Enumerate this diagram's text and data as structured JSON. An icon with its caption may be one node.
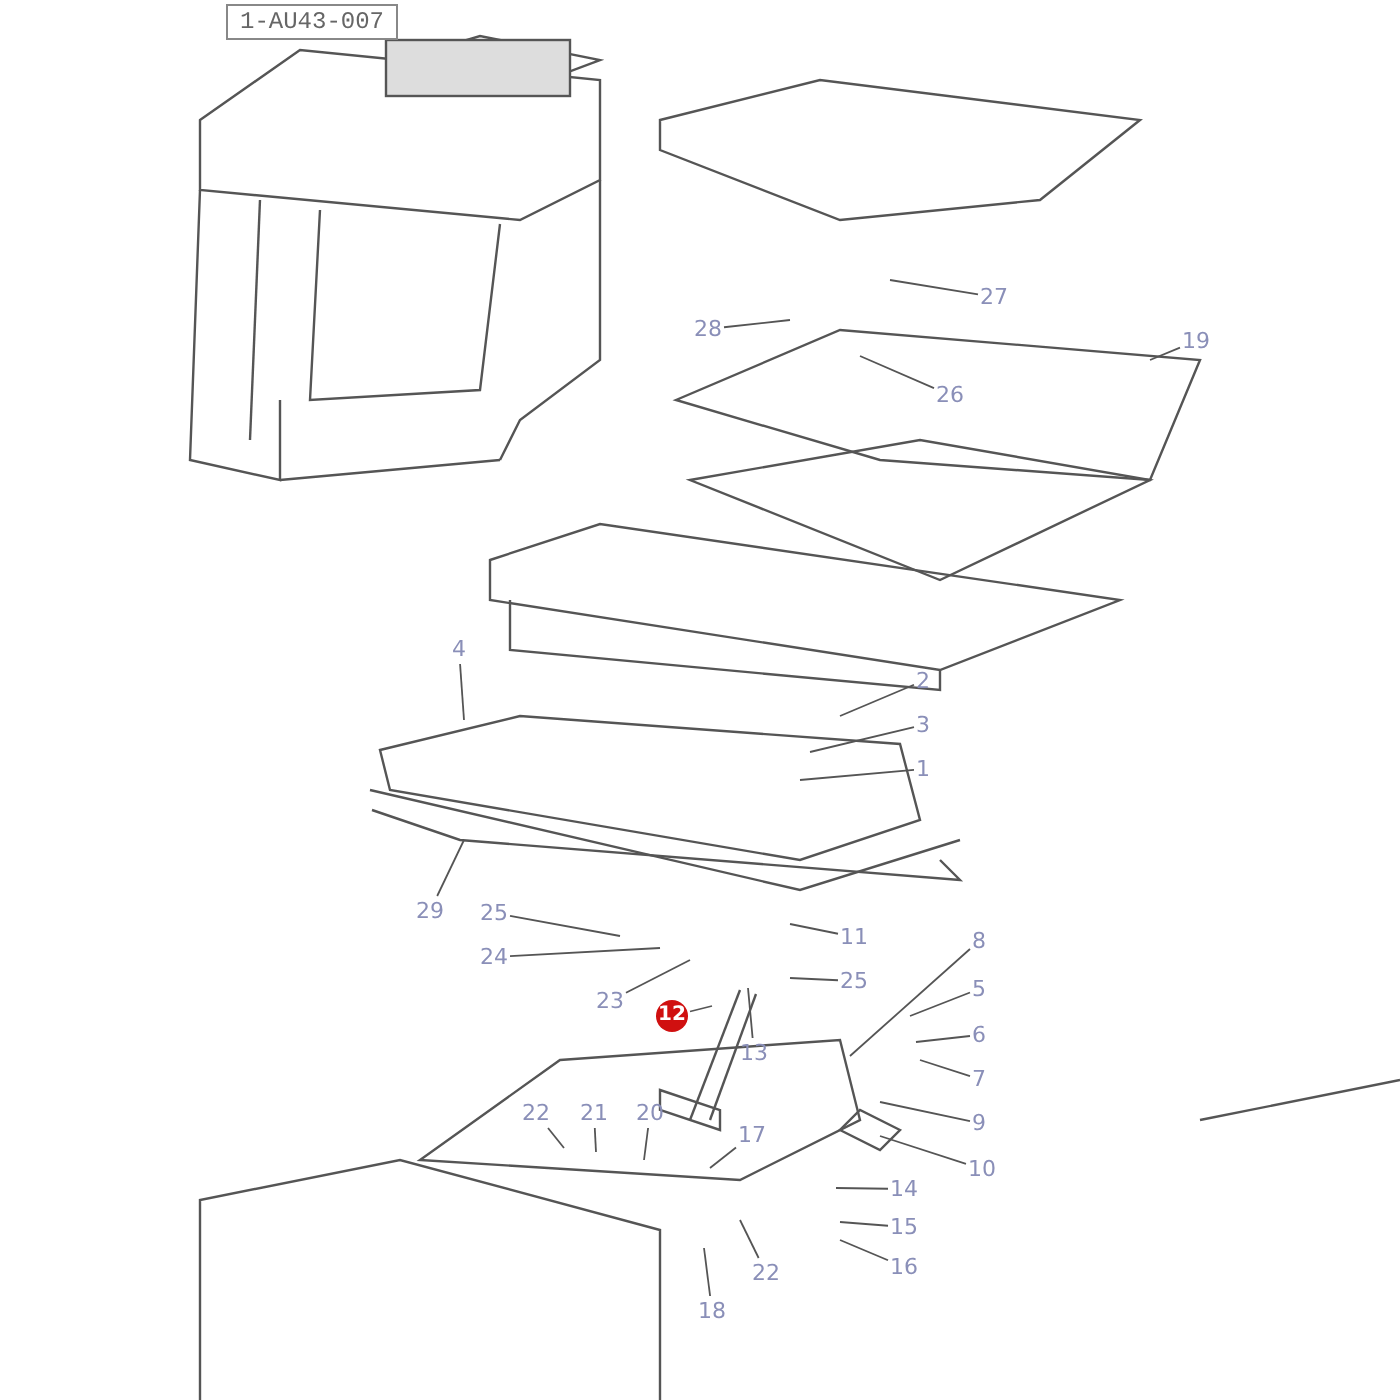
{
  "diagram": {
    "nodes": [
      {
        "text": [
          "27"
        ]
      },
      {
        "text": [
          "28"
        ]
      },
      {
        "text": [
          "19"
        ]
      },
      {
        "text": [
          "26"
        ]
      },
      {
        "text": [
          "4"
        ]
      },
      {
        "text": [
          "2"
        ]
      },
      {
        "text": [
          "3"
        ]
      },
      {
        "text": [
          "1"
        ]
      },
      {
        "text": [
          "29"
        ]
      },
      {
        "text": [
          "25"
        ]
      },
      {
        "text": [
          "24"
        ]
      },
      {
        "text": [
          "11"
        ]
      },
      {
        "text": [
          "8"
        ]
      },
      {
        "text": [
          "25"
        ]
      },
      {
        "text": [
          "5"
        ]
      },
      {
        "text": [
          "23"
        ]
      },
      {
        "text": [
          "12"
        ]
      },
      {
        "text": [
          "13"
        ]
      },
      {
        "text": [
          "6"
        ]
      },
      {
        "text": [
          "7"
        ]
      },
      {
        "text": [
          "22"
        ]
      },
      {
        "text": [
          "21"
        ]
      },
      {
        "text": [
          "20"
        ]
      },
      {
        "text": [
          "9"
        ]
      },
      {
        "text": [
          "17"
        ]
      },
      {
        "text": [
          "10"
        ]
      },
      {
        "text": [
          "14"
        ]
      },
      {
        "text": [
          "15"
        ]
      },
      {
        "text": [
          "22"
        ]
      },
      {
        "text": [
          "16"
        ]
      },
      {
        "text": [
          "18"
        ]
      }
    ],
    "edges": [
      {
        "from": 0,
        "to": null,
        "arrow": "none"
      },
      {
        "from": 1,
        "to": null,
        "arrow": "none"
      },
      {
        "from": 2,
        "to": null,
        "arrow": "none"
      },
      {
        "from": 3,
        "to": null,
        "arrow": "none"
      },
      {
        "from": 4,
        "to": null,
        "arrow": "none"
      },
      {
        "from": 5,
        "to": null,
        "arrow": "none"
      },
      {
        "from": 6,
        "to": null,
        "arrow": "none"
      },
      {
        "from": 7,
        "to": null,
        "arrow": "none"
      },
      {
        "from": 8,
        "to": null,
        "arrow": "none"
      },
      {
        "from": 9,
        "to": null,
        "arrow": "none"
      },
      {
        "from": 10,
        "to": null,
        "arrow": "none"
      },
      {
        "from": 11,
        "to": null,
        "arrow": "none"
      },
      {
        "from": 12,
        "to": null,
        "arrow": "none"
      },
      {
        "from": 13,
        "to": null,
        "arrow": "none"
      },
      {
        "from": 14,
        "to": null,
        "arrow": "none"
      },
      {
        "from": 15,
        "to": null,
        "arrow": "none"
      },
      {
        "from": 16,
        "to": null,
        "arrow": "none"
      },
      {
        "from": 17,
        "to": null,
        "arrow": "none"
      },
      {
        "from": 18,
        "to": null,
        "arrow": "none"
      },
      {
        "from": 19,
        "to": null,
        "arrow": "none"
      },
      {
        "from": 20,
        "to": null,
        "arrow": "none"
      },
      {
        "from": 21,
        "to": null,
        "arrow": "none"
      },
      {
        "from": 22,
        "to": null,
        "arrow": "none"
      },
      {
        "from": 23,
        "to": null,
        "arrow": "none"
      },
      {
        "from": 24,
        "to": null,
        "arrow": "none"
      },
      {
        "from": 25,
        "to": null,
        "arrow": "none"
      },
      {
        "from": 26,
        "to": null,
        "arrow": "none"
      },
      {
        "from": 27,
        "to": null,
        "arrow": "none"
      },
      {
        "from": 28,
        "to": null,
        "arrow": "none"
      },
      {
        "from": 29,
        "to": null,
        "arrow": "none"
      },
      {
        "from": 30,
        "to": null,
        "arrow": "none"
      }
    ],
    "labels": [
      "1-AU43-007"
    ]
  }
}
